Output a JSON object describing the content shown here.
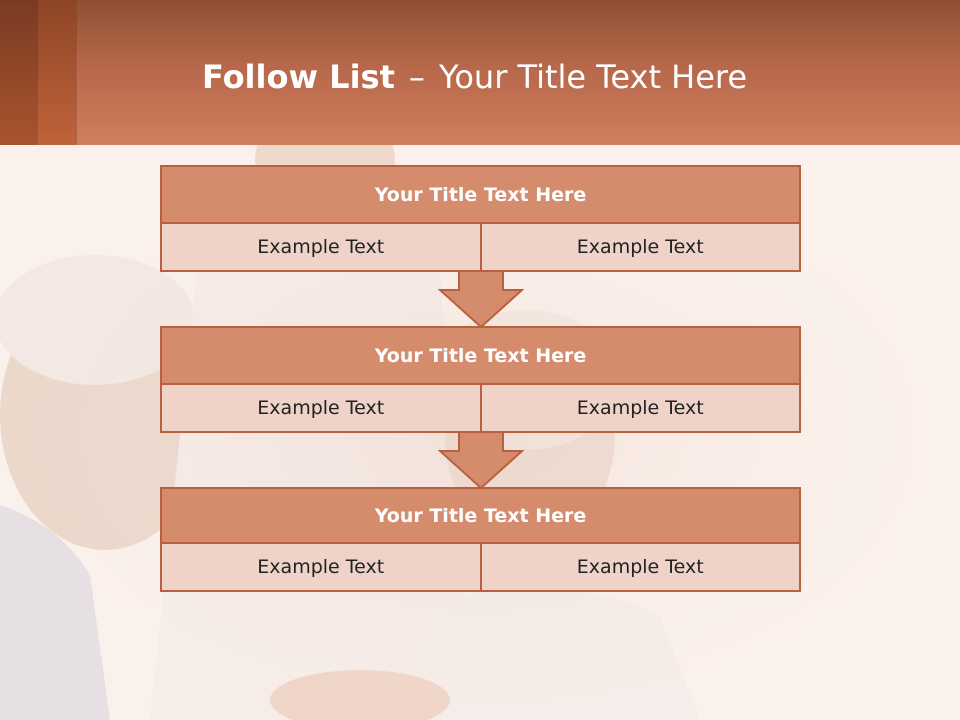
{
  "slide": {
    "title_bold": "Follow List",
    "title_dash": "–",
    "title_rest": "Your Title Text Here"
  },
  "colors": {
    "header": "#b7674a",
    "box_header": "#d58c6c",
    "box_body": "#efd2c8",
    "border": "#b9613f"
  },
  "blocks": [
    {
      "title": "Your Title Text Here",
      "left": "Example Text",
      "right": "Example Text"
    },
    {
      "title": "Your Title Text Here",
      "left": "Example Text",
      "right": "Example Text"
    },
    {
      "title": "Your Title Text Here",
      "left": "Example Text",
      "right": "Example Text"
    }
  ]
}
